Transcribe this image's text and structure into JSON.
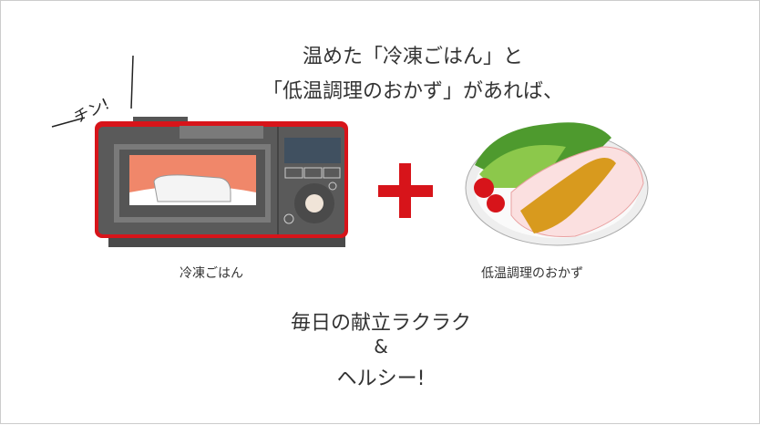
{
  "headline": {
    "line1": "温めた「冷凍ごはん」と",
    "line2": "「低温調理のおかず」があれば、"
  },
  "sound_effect": "チン!",
  "captions": {
    "left": "冷凍ごはん",
    "right": "低温調理のおかず"
  },
  "bottom": {
    "line1": "毎日の献立ラクラク",
    "line2": "&",
    "line3": "ヘルシー!"
  },
  "colors": {
    "accent_red": "#d7141a",
    "oven_body": "#5a5a5a",
    "oven_window": "#f0876a"
  }
}
